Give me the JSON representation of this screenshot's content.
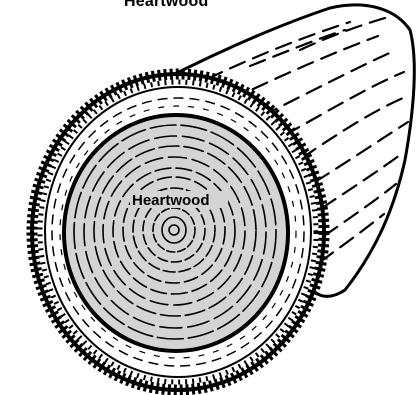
{
  "figure": {
    "top_title": "Heartwood",
    "center_label": "Heartwood"
  },
  "colors": {
    "heartwood_fill": "#d4d4d4",
    "sapwood_fill": "#ffffff",
    "ink": "#000000"
  },
  "parts": [
    "bark",
    "sapwood",
    "heartwood",
    "growth-rings",
    "pith",
    "log-trunk"
  ]
}
